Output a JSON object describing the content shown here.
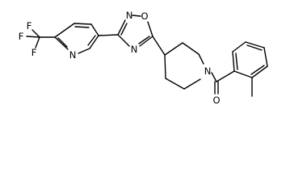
{
  "molecule": {
    "atom_labels": {
      "F1": "F",
      "F2": "F",
      "F3": "F",
      "N_pyridine": "N",
      "N_oxadiazole_top": "N",
      "O_oxadiazole": "O",
      "N_oxadiazole_bottom": "N",
      "N_piperidine": "N",
      "O_carbonyl": "O"
    },
    "colors": {
      "bond": "#000000",
      "label": "#000000",
      "background": "#ffffff"
    }
  }
}
